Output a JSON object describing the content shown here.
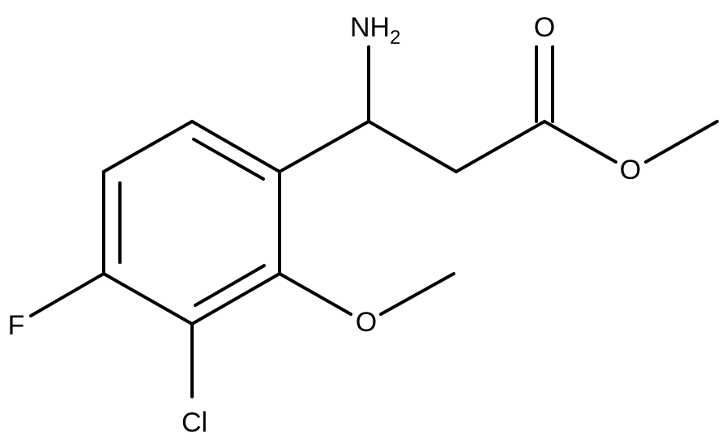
{
  "molecule": {
    "atoms": {
      "nh2": {
        "symbol": "NH",
        "subscript": "2"
      },
      "carbonyl_o": {
        "symbol": "O"
      },
      "ester_o": {
        "symbol": "O"
      },
      "methoxy_o": {
        "symbol": "O"
      },
      "fluorine": {
        "symbol": "F"
      },
      "chlorine": {
        "symbol": "Cl"
      }
    }
  },
  "colors": {
    "bond": "#000000",
    "label": "#000000",
    "background": "#ffffff"
  }
}
